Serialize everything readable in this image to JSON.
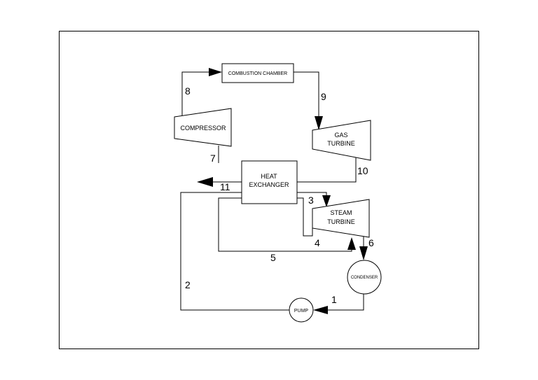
{
  "components": {
    "combustion_chamber": "COMBUSTION CHAMBER",
    "compressor": "COMPRESSOR",
    "gas_turbine": [
      "GAS",
      "TURBINE"
    ],
    "heat_exchanger": [
      "HEAT",
      "EXCHANGER"
    ],
    "steam_turbine": [
      "STEAM",
      "TURBINE"
    ],
    "condenser": "CONDENSER",
    "pump": "PUMP"
  },
  "states": {
    "s1": "1",
    "s2": "2",
    "s3": "3",
    "s4": "4",
    "s5": "5",
    "s6": "6",
    "s7": "7",
    "s8": "8",
    "s9": "9",
    "s10": "10",
    "s11": "11"
  }
}
